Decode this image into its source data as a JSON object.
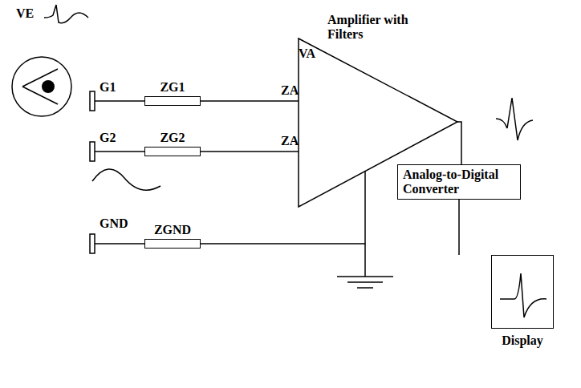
{
  "diagram": {
    "nodes": [
      {
        "text": [
          "ZG1"
        ]
      },
      {
        "text": [
          "ZG2"
        ]
      },
      {
        "text": [
          "ZGND"
        ]
      },
      {
        "text": [
          "Amplifier with Filters"
        ]
      },
      {
        "text": [
          "Analog-to-Digital Converter"
        ]
      },
      {
        "text": [
          "Display"
        ]
      }
    ],
    "edges": [
      {
        "from": 0,
        "to": 3,
        "arrow": "none"
      },
      {
        "from": 1,
        "to": 3,
        "arrow": "none"
      },
      {
        "from": 2,
        "to": 3,
        "arrow": "none"
      },
      {
        "from": 3,
        "to": 4,
        "arrow": "none"
      },
      {
        "from": 4,
        "to": 5,
        "arrow": "none"
      }
    ],
    "labels": [
      "VE",
      "VA",
      "ZA",
      "ZA",
      "G1",
      "G2",
      "GND"
    ]
  }
}
